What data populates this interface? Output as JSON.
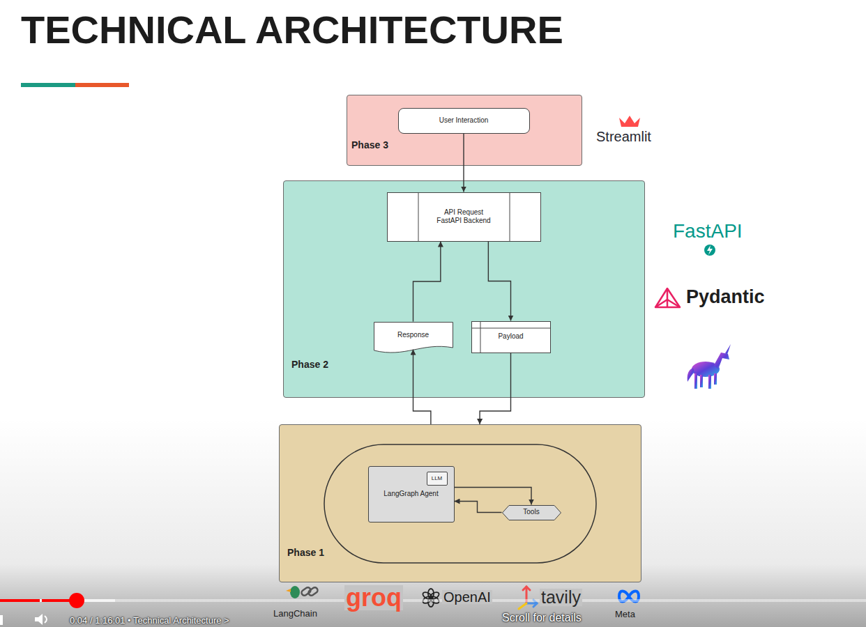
{
  "diagram": {
    "title": "TECHNICAL ARCHITECTURE",
    "nodes": [
      {
        "text": [
          "Phase 3"
        ]
      },
      {
        "text": [
          "User Interaction"
        ],
        "in": 0
      },
      {
        "text": [
          "Phase 2"
        ]
      },
      {
        "text": [
          "API Request FastAPI Backend"
        ],
        "in": 2
      },
      {
        "text": [
          "Response"
        ],
        "in": 2
      },
      {
        "text": [
          "Payload"
        ],
        "in": 2
      },
      {
        "text": [
          "Phase 1"
        ]
      },
      {
        "text": [
          "LangGraph Agent"
        ],
        "in": 6
      },
      {
        "text": [
          "LLM"
        ],
        "in": 7
      },
      {
        "text": [
          "Tools"
        ],
        "in": 6
      }
    ],
    "edges": [
      {
        "from": 1,
        "to": 3,
        "arrow": "to"
      },
      {
        "from": 3,
        "to": 5,
        "arrow": "to"
      },
      {
        "from": 4,
        "to": 3,
        "arrow": "to"
      },
      {
        "from": 5,
        "to": 6,
        "arrow": "to"
      },
      {
        "from": 6,
        "to": 4,
        "arrow": "to"
      },
      {
        "from": 7,
        "to": 9,
        "arrow": "to"
      },
      {
        "from": 9,
        "to": 7,
        "arrow": "to"
      }
    ],
    "labels": [
      "Streamlit",
      "FastAPI",
      "Pydantic",
      "LangChain",
      "groq",
      "OpenAI",
      "tavily",
      "Meta",
      "0:04 / 1:16:01 • Technical Architecture >",
      "Scroll for details"
    ]
  }
}
